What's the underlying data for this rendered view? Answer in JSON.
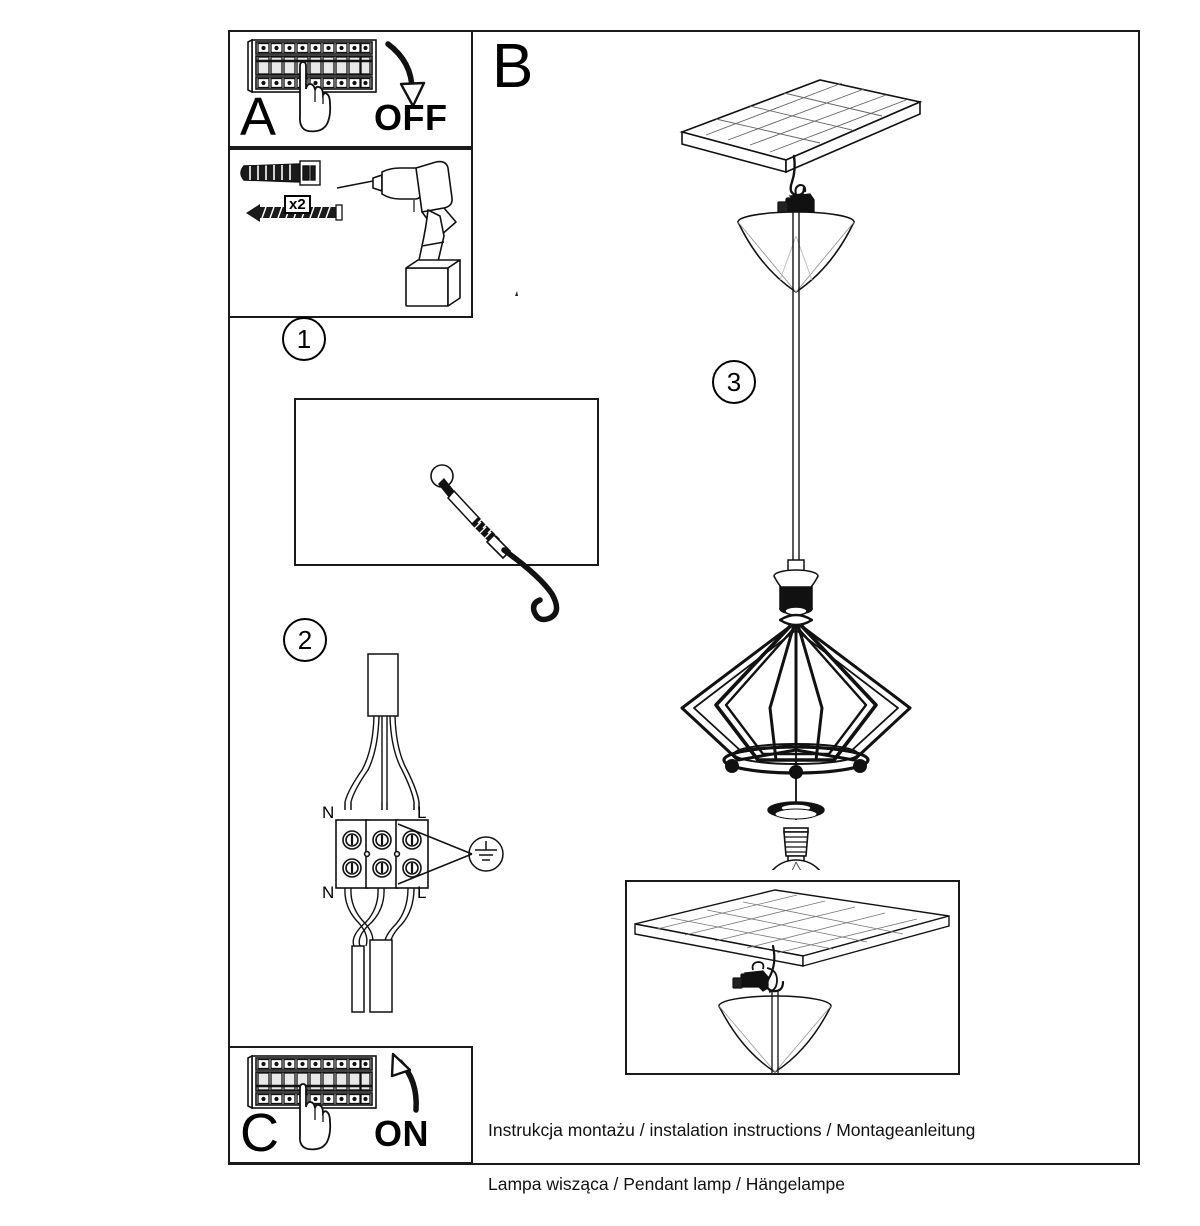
{
  "document": {
    "type": "assembly-instruction-sheet",
    "background_color": "#ffffff",
    "line_color": "#1a1a1a"
  },
  "panels": {
    "a": {
      "letter": "A",
      "action_label": "OFF",
      "icon_breaker": "circuit-breaker-panel-icon",
      "icon_hand": "hand-pointing-finger-icon",
      "icon_arrow": "curved-arrow-down-icon"
    },
    "hardware": {
      "quantity_label": "x2",
      "icon_plug": "wall-anchor-plug-icon",
      "icon_screw": "wood-screw-icon",
      "icon_drill": "power-drill-icon"
    },
    "step1": {
      "number": "1"
    },
    "step2": {
      "number": "2",
      "icon_hook": "ceiling-hook-screw-icon",
      "icon_drillhole": "drill-hole-icon"
    },
    "step3": {
      "number": "3"
    },
    "b": {
      "letter": "B"
    },
    "wiring": {
      "neutral_top": "N",
      "live_top": "L",
      "neutral_bottom": "N",
      "live_bottom": "L",
      "icon_terminal_block": "terminal-block-icon",
      "icon_earth": "earth-ground-symbol-icon",
      "icon_cable_top": "supply-cable-icon",
      "icon_cable_bottom": "lamp-cable-icon"
    },
    "c": {
      "letter": "C",
      "action_label": "ON",
      "icon_breaker": "circuit-breaker-panel-icon",
      "icon_hand": "hand-pointing-finger-icon",
      "icon_arrow": "curved-arrow-up-icon"
    },
    "lamp": {
      "icon_ceiling": "ceiling-tile-plate-icon",
      "icon_hook": "ceiling-hook-icon",
      "icon_clamp": "cable-clamp-icon",
      "icon_canopy": "cone-canopy-icon",
      "icon_cable": "suspension-cable-icon",
      "icon_socket": "lamp-socket-icon",
      "icon_cage": "geometric-cage-shade-icon",
      "icon_washer": "washer-ring-icon",
      "icon_bulb": "light-bulb-icon"
    },
    "detail": {
      "icon_ceiling": "ceiling-tile-plate-icon",
      "icon_hook": "ceiling-hook-icon",
      "icon_clamp": "cable-clamp-icon",
      "icon_canopy": "cone-canopy-icon"
    }
  },
  "caption": {
    "line1": "Instrukcja montażu / instalation instructions / Montageanleitung",
    "line2": "Lampa wisząca / Pendant lamp / Hängelampe"
  }
}
